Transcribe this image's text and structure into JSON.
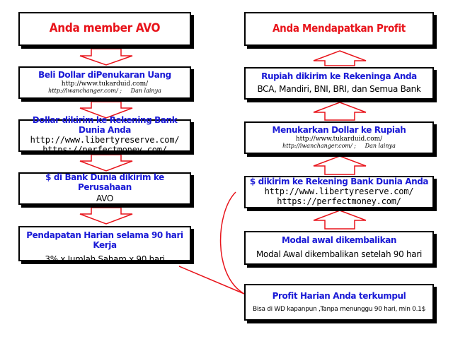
{
  "colors": {
    "title_red": "#e8141b",
    "title_blue": "#1a1ad6",
    "arrow_red": "#e8141b",
    "border": "#000000"
  },
  "left": {
    "box1": {
      "title": "Anda member AVO"
    },
    "box2": {
      "title": "Beli Dollar diPenukaran Uang",
      "url1": "http://www.tukarduid.com/",
      "line2": "http://iwanchanger.com/ ;     Dan lainya"
    },
    "box3": {
      "title": "Dollar dikirim ke Rekening Bank Dunia Anda",
      "url1": "http://www.libertyreserve.com/",
      "url2": "https://perfectmoney.com/"
    },
    "box4": {
      "title": "$ di Bank Dunia dikirim ke Perusahaan",
      "body": "AVO"
    },
    "box5": {
      "title": "Pendapatan Harian selama 90 hari Kerja",
      "body": "3% x Jumlah Saham x 90 hari"
    }
  },
  "right": {
    "box1": {
      "title": "Anda Mendapatkan Profit"
    },
    "box2": {
      "title": "Rupiah dikirim ke Rekeninga Anda",
      "body": "BCA, Mandiri, BNI, BRI, dan Semua Bank"
    },
    "box3": {
      "title": "Menukarkan Dollar ke Rupiah",
      "url1": "http://www.tukarduid.com/",
      "line2": "http://iwanchanger.com/ ;     Dan lainya"
    },
    "box4": {
      "title": "$ dikirim ke Rekening Bank Dunia Anda",
      "url1": "http://www.libertyreserve.com/",
      "url2": "https://perfectmoney.com/"
    },
    "box5": {
      "title": "Modal awal dikembalikan",
      "body": "Modal Awal dikembalikan setelah 90 hari"
    },
    "box6": {
      "title": "Profit Harian Anda terkumpul",
      "body": "Bisa di WD kapanpun ,Tanpa menunggu 90 hari, min 0.1$"
    }
  },
  "arrows": {
    "left": "down-arrow",
    "right": "up-arrow"
  }
}
